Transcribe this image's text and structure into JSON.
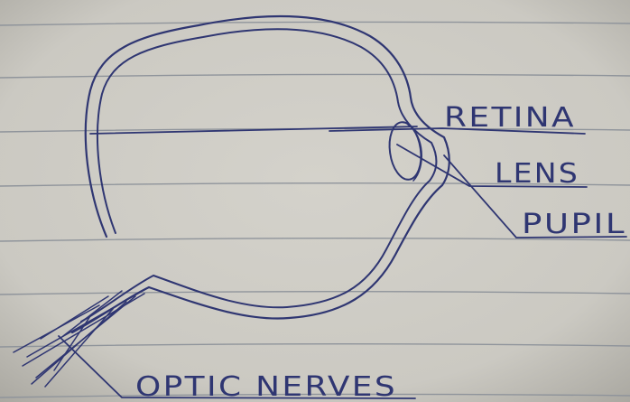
{
  "labels": {
    "retina": "RETINA",
    "lens": "LENS",
    "pupil": "PUPIL",
    "optic_nerves": "OPTIC NERVES"
  },
  "colors": {
    "paper": "#cfcdc6",
    "paper_shadow": "#b9b7b0",
    "ruled_line": "#8f949b",
    "ink": "#2f3672"
  }
}
